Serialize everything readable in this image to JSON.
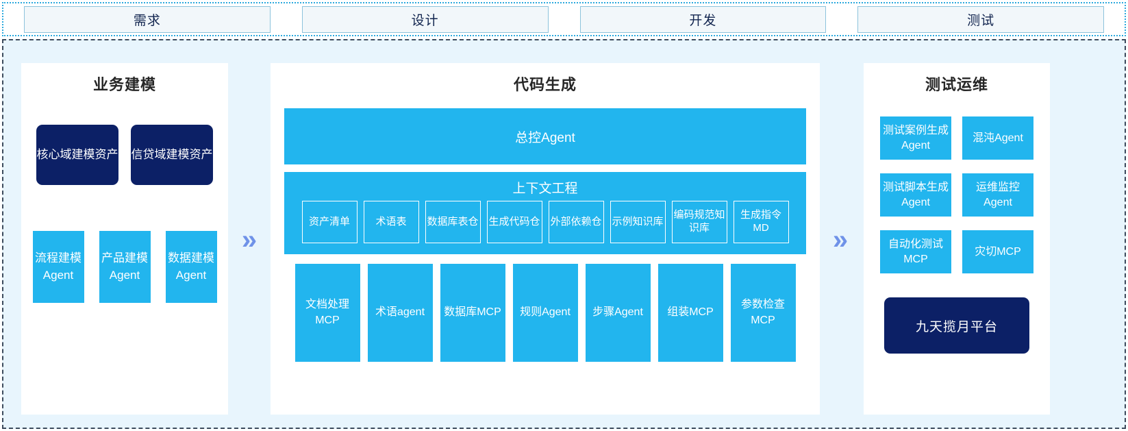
{
  "phases": {
    "items": [
      {
        "label": "需求"
      },
      {
        "label": "设计"
      },
      {
        "label": "开发"
      },
      {
        "label": "测试"
      }
    ]
  },
  "separators": {
    "chevron_glyph": "»",
    "chevron_color": "#6f92e8"
  },
  "colors": {
    "cyan": "#22b5ee",
    "navy": "#0c2066",
    "panel_bg": "#e8f5fd",
    "card_bg": "#ffffff",
    "phase_border": "#8cc3dc",
    "phase_fill": "#f2f7fa",
    "title_text": "#262626"
  },
  "left_panel": {
    "title": "业务建模",
    "assets": [
      {
        "label": "核心域建模资产"
      },
      {
        "label": "信贷域建模资产"
      }
    ],
    "agents": [
      {
        "label": "流程建模Agent"
      },
      {
        "label": "产品建模Agent"
      },
      {
        "label": "数据建模Agent"
      }
    ]
  },
  "center_panel": {
    "title": "代码生成",
    "master_agent": "总控Agent",
    "context": {
      "title": "上下文工程",
      "items": [
        {
          "label": "资产清单"
        },
        {
          "label": "术语表"
        },
        {
          "label": "数据库表仓"
        },
        {
          "label": "生成代码仓"
        },
        {
          "label": "外部依赖仓"
        },
        {
          "label": "示例知识库"
        },
        {
          "label": "编码规范知识库"
        },
        {
          "label": "生成指令MD"
        }
      ]
    },
    "tools": [
      {
        "label": "文档处理MCP"
      },
      {
        "label": "术语agent"
      },
      {
        "label": "数据库MCP"
      },
      {
        "label": "规则Agent"
      },
      {
        "label": "步骤Agent"
      },
      {
        "label": "组装MCP"
      },
      {
        "label": "参数检查MCP"
      }
    ]
  },
  "right_panel": {
    "title": "测试运维",
    "items": [
      {
        "label": "测试案例生成Agent"
      },
      {
        "label": "混沌Agent"
      },
      {
        "label": "测试脚本生成Agent"
      },
      {
        "label": "运维监控Agent"
      },
      {
        "label": "自动化测试MCP"
      },
      {
        "label": "灾切MCP"
      }
    ],
    "platform": "九天揽月平台"
  }
}
